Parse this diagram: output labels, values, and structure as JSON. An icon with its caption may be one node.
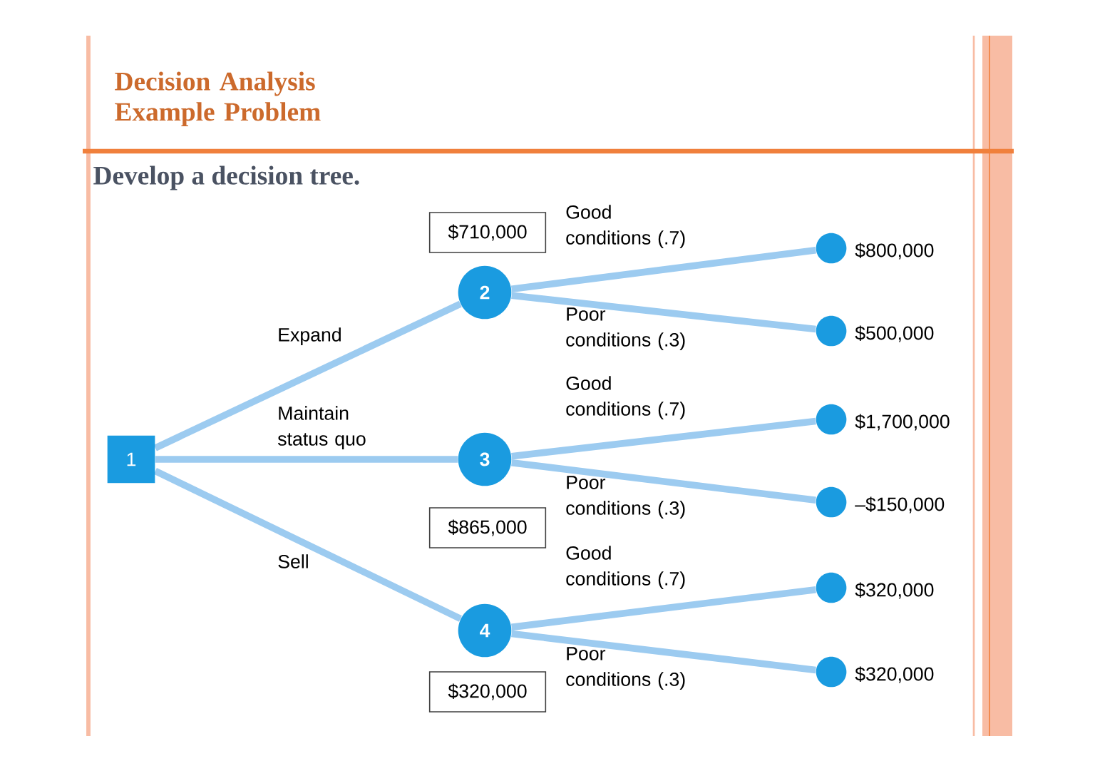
{
  "diagram": {
    "title": "Decision Analysis Example Problem",
    "nodes": [
      {
        "text": [
          "1"
        ]
      },
      {
        "text": [
          "2"
        ]
      },
      {
        "text": [
          "3"
        ]
      },
      {
        "text": [
          "4"
        ]
      },
      {
        "text": [
          "$710,000"
        ]
      },
      {
        "text": [
          "$865,000"
        ]
      },
      {
        "text": [
          "$320,000"
        ]
      },
      {
        "text": [],
        "shape": "circle",
        "beside": [
          "$800,000"
        ]
      },
      {
        "text": [],
        "shape": "circle",
        "beside": [
          "$500,000"
        ]
      },
      {
        "text": [],
        "shape": "circle",
        "beside": [
          "$1,700,000"
        ]
      },
      {
        "text": [],
        "shape": "circle",
        "beside": [
          "–$150,000"
        ]
      },
      {
        "text": [],
        "shape": "circle",
        "beside": [
          "$320,000"
        ]
      },
      {
        "text": [],
        "shape": "circle",
        "beside": [
          "$320,000"
        ]
      }
    ],
    "edges": [
      {
        "from": 0,
        "to": 1,
        "arrow": "none",
        "label": "Expand"
      },
      {
        "from": 0,
        "to": 2,
        "arrow": "none",
        "label": "Maintain status quo"
      },
      {
        "from": 0,
        "to": 3,
        "arrow": "none",
        "label": "Sell"
      },
      {
        "from": 1,
        "to": 7,
        "arrow": "none",
        "label": "Good conditions (.7)"
      },
      {
        "from": 1,
        "to": 8,
        "arrow": "none",
        "label": "Poor conditions (.3)"
      },
      {
        "from": 2,
        "to": 9,
        "arrow": "none",
        "label": "Good conditions (.7)"
      },
      {
        "from": 2,
        "to": 10,
        "arrow": "none",
        "label": "Poor conditions (.3)"
      },
      {
        "from": 3,
        "to": 11,
        "arrow": "none",
        "label": "Good conditions (.7)"
      },
      {
        "from": 3,
        "to": 12,
        "arrow": "none",
        "label": "Poor conditions (.3)"
      }
    ],
    "labels": [
      "Develop a decision tree."
    ]
  }
}
